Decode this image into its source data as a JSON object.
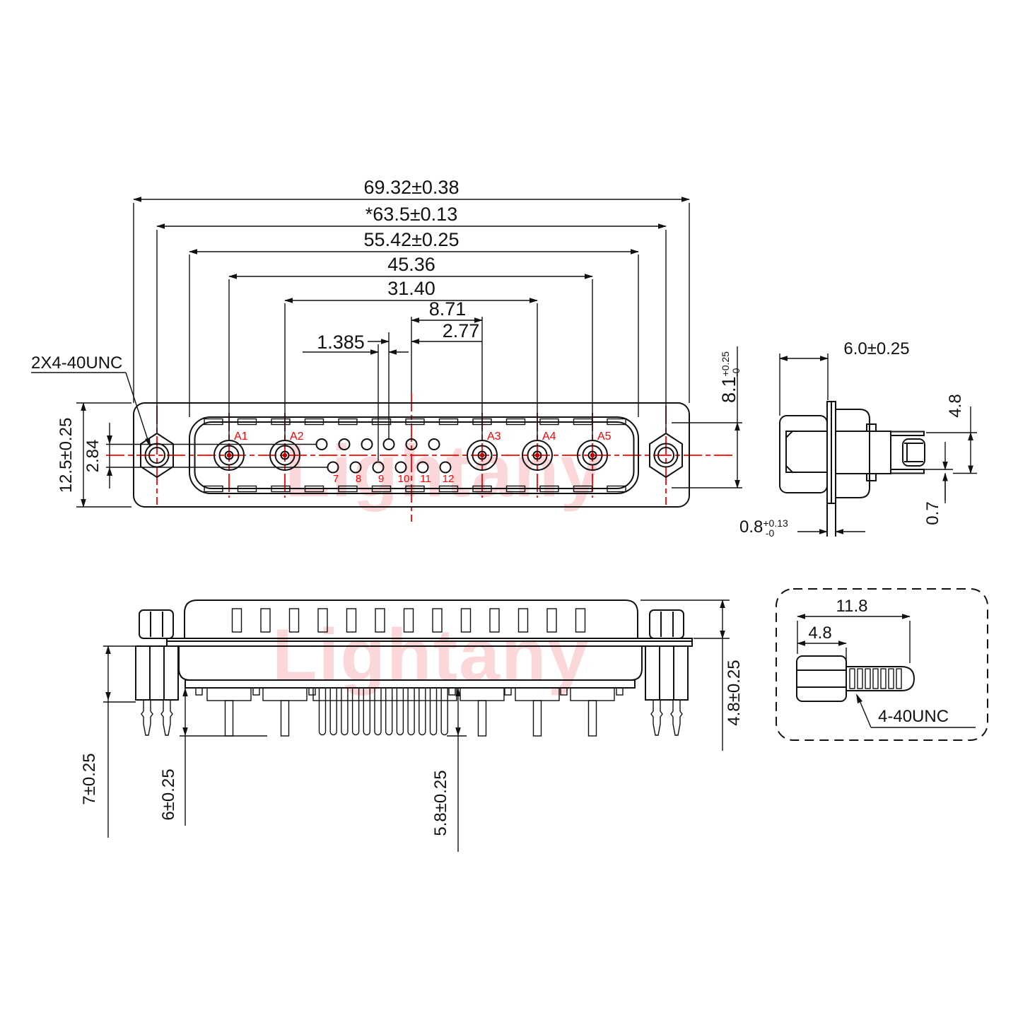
{
  "colors": {
    "accent": "#ff0000",
    "watermark": "#ed1c24",
    "line": "#111111",
    "slot_fill": "#8f8f8f",
    "contact_dot": "#c00000"
  },
  "watermark": {
    "text": "Lightany"
  },
  "front_view": {
    "thread_callout": "2X4-40UNC",
    "dim_total_width": "69.32±0.38",
    "dim_mount_span": "*63.5±0.13",
    "dim_shell_width": "55.42±0.25",
    "dim_a1_a5": "45.36",
    "dim_a2_a4": "31.40",
    "dim_center_a3": "8.71",
    "dim_pin_pitch": "2.77",
    "dim_half_pitch": "1.385",
    "dim_height": "12.5±0.25",
    "dim_row_offset": "2.84",
    "coax_labels": [
      "A1",
      "A2",
      "A3",
      "A4",
      "A5"
    ],
    "pin_labels": [
      "7",
      "8",
      "9",
      "10",
      "11",
      "12"
    ]
  },
  "side_view": {
    "dim_body_depth": "6.0±0.25",
    "dim_shell_height": "8.1",
    "dim_shell_height_tol_plus": "+0.25",
    "dim_shell_height_tol_minus": "-0",
    "dim_contact_height": "4.8",
    "dim_gap": "0.7",
    "dim_flange_thickness": "0.8",
    "dim_flange_tol_plus": "+0.13",
    "dim_flange_tol_minus": "-0"
  },
  "bottom_view": {
    "dim_standoff_depth": "7±0.25",
    "dim_coax_pin_length": "6±0.25",
    "dim_signal_pin_length": "5.8±0.25",
    "dim_shell_height": "4.8±0.25"
  },
  "detail_view": {
    "dim_total_length": "11.8",
    "dim_head_length": "4.8",
    "thread_label": "4-40UNC"
  }
}
